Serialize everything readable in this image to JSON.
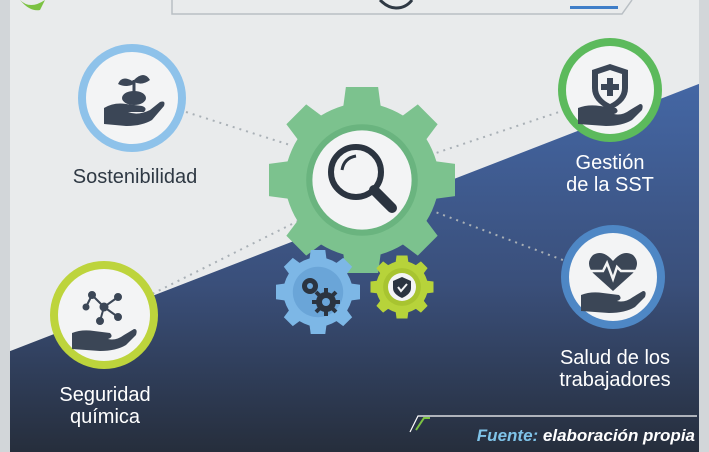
{
  "nodes": {
    "sostenibilidad": {
      "label": "Sostenibilidad",
      "icon": "plant-in-hand-icon",
      "ring": "#8ec2ea"
    },
    "gestion": {
      "label_line1": "Gestión",
      "label_line2": "de la SST",
      "icon": "shield-cross-in-hand-icon",
      "ring": "#5cba5c"
    },
    "salud": {
      "label_line1": "Salud de los",
      "label_line2": "trabajadores",
      "icon": "heart-pulse-in-hand-icon",
      "ring": "#4e87c5"
    },
    "quimica": {
      "label_line1": "Seguridad",
      "label_line2": "química",
      "icon": "molecule-in-hand-icon",
      "ring": "#bdd43c"
    }
  },
  "center": {
    "icon": "magnifier-gear-icon",
    "gear_color": "#7cc28e"
  },
  "small_gears": [
    {
      "icon": "cogs-gear-icon",
      "color": "#7db7e6"
    },
    {
      "icon": "shield-check-gear-icon",
      "color": "#b7d33a"
    }
  ],
  "footer": {
    "source_key": "Fuente:",
    "source_value": " elaboración propia"
  },
  "colors": {
    "bg_light": "#e9ebec",
    "bg_blue": "#3f5f97",
    "bg_dark": "#262e3c"
  }
}
